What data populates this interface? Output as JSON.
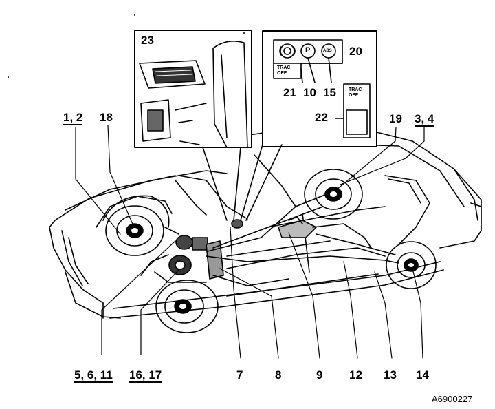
{
  "callouts": {
    "c1_2": "1, 2",
    "c18": "18",
    "c23": "23",
    "c20": "20",
    "c21": "21",
    "c10": "10",
    "c15": "15",
    "c22": "22",
    "c19": "19",
    "c3_4": "3, 4",
    "c5_6_11": "5, 6, 11",
    "c16_17": "16, 17",
    "c7": "7",
    "c8": "8",
    "c9": "9",
    "c12": "12",
    "c13": "13",
    "c14": "14"
  },
  "panel_text": {
    "trac_off_small": "TRAC\nOFF",
    "trac_off_switch": "TRAC\nOFF",
    "lamp_p": "P",
    "lamp_abs": "ABS"
  },
  "figure_code": "A6900227"
}
